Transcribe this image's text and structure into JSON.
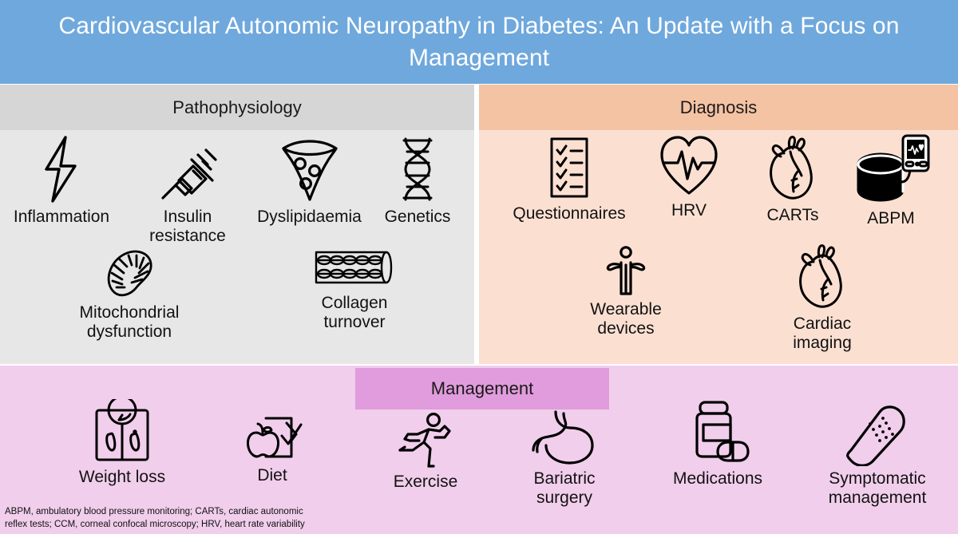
{
  "title": "Cardiovascular Autonomic Neuropathy in Diabetes: An Update with a Focus on Management",
  "colors": {
    "title_bar": "#6FA8DC",
    "pathophysiology_panel": "#E7E7E7",
    "pathophysiology_band": "#D6D6D6",
    "diagnosis_panel": "#FBE0D2",
    "diagnosis_band": "#F4C3A4",
    "management_panel": "#F1CEEC",
    "management_band": "#E09CDC",
    "icon_stroke": "#000000",
    "label_text": "#121212",
    "title_text": "#FFFFFF"
  },
  "sections": [
    {
      "id": "pathophysiology",
      "heading": "Pathophysiology",
      "items": [
        {
          "label": "Inflammation",
          "icon": "lightning-bolt-icon"
        },
        {
          "label": "Insulin\nresistance",
          "icon": "syringe-icon"
        },
        {
          "label": "Dyslipidaemia",
          "icon": "pizza-slice-icon"
        },
        {
          "label": "Genetics",
          "icon": "dna-helix-icon"
        },
        {
          "label": "Mitochondrial\ndysfunction",
          "icon": "mitochondrion-icon"
        },
        {
          "label": "Collagen\nturnover",
          "icon": "collagen-fibril-icon"
        }
      ]
    },
    {
      "id": "diagnosis",
      "heading": "Diagnosis",
      "items": [
        {
          "label": "Questionnaires",
          "icon": "checklist-document-icon"
        },
        {
          "label": "HRV",
          "icon": "heart-ecg-icon"
        },
        {
          "label": "CARTs",
          "icon": "anatomical-heart-icon"
        },
        {
          "label": "ABPM",
          "icon": "blood-pressure-cuff-icon"
        },
        {
          "label": "Wearable\ndevices",
          "icon": "person-wearable-icon"
        },
        {
          "label": "Cardiac\nimaging",
          "icon": "anatomical-heart-icon"
        }
      ]
    },
    {
      "id": "management",
      "heading": "Management",
      "items": [
        {
          "label": "Weight loss",
          "icon": "bathroom-scale-icon"
        },
        {
          "label": "Diet",
          "icon": "apple-checklist-icon"
        },
        {
          "label": "Exercise",
          "icon": "running-person-icon"
        },
        {
          "label": "Bariatric\nsurgery",
          "icon": "stomach-icon"
        },
        {
          "label": "Medications",
          "icon": "pill-bottle-icon"
        },
        {
          "label": "Symptomatic\nmanagement",
          "icon": "bandage-icon"
        }
      ]
    }
  ],
  "footnote": "ABPM, ambulatory blood pressure monitoring; CARTs, cardiac autonomic\nreflex tests; CCM, corneal confocal microscopy; HRV, heart rate variability"
}
